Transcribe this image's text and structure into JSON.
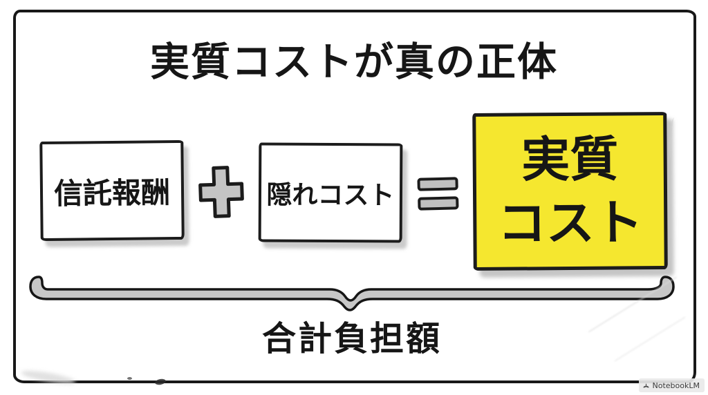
{
  "title": "実質コストが真の正体",
  "formula": {
    "trust_fee_label": "信託報酬",
    "hidden_cost_label": "隠れコスト",
    "result_text": "実質\nコスト",
    "plus_symbol": "+",
    "equals_symbol": "="
  },
  "brace_label": "合計負担額",
  "watermark": "NotebookLM",
  "colors": {
    "highlight_yellow": "#F5E72F",
    "ink": "#1b1b1b",
    "operator_gray": "#c4c4c4",
    "shadow_gray": "#b9b9b9"
  }
}
